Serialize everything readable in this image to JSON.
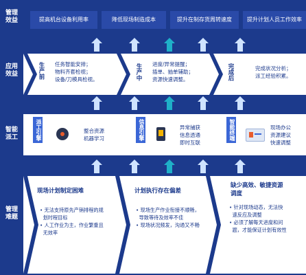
{
  "rows": {
    "goal": "管理\n效益",
    "application": "应用\n效益",
    "smart_dispatch": "智能\n派工",
    "difficulty": "管理\n难题"
  },
  "goals": [
    "提高机台设备利用率",
    "降低现场制造成本",
    "提升在制存货周转速度",
    "提升计划人员工作效率"
  ],
  "application": {
    "stages": [
      "生产前",
      "生产中",
      "完成后"
    ],
    "texts": [
      "任务智能安排；\n物料齐套检视；\n设备/刀模具检视。",
      "进度/异常提醒；\n插单、抽单辅助；\n资源快速调整。",
      "完成状况分析；\n派工经验积累。"
    ]
  },
  "dispatch": {
    "engines": [
      "派工引擎",
      "信息引擎",
      "智能终端"
    ],
    "texts": [
      "整合资源\n机器学习",
      "异常捕获\n信息透通\n即时互联",
      "现场办公\n资源建议\n快速调整"
    ]
  },
  "difficulties": [
    {
      "title": "现场计划制定困难",
      "text": "• 无法支持原先产销排程的规\n  划时程目标\n• 人工作业为主，作业繁重且\n  无效率"
    },
    {
      "title": "计划执行存在偏差",
      "text": "• 现场生产作业衔接不顺畅，\n  导致等待及效率不佳\n• 现场状况频发，沟通又不畅"
    },
    {
      "title": "缺少高效、敏捷资源\n调度",
      "text": "• 针对现场动态，无法快\n  速反应及调整\n• 必须了解每天进度和问\n  题，才能保证计划有效性"
    }
  ],
  "colors": {
    "background": "#1c3a8c",
    "band": "#ffffff",
    "accent": "#3a66d6",
    "arrow_light": "#cfe3ff",
    "arrow_teal": "#1fb0c8"
  }
}
